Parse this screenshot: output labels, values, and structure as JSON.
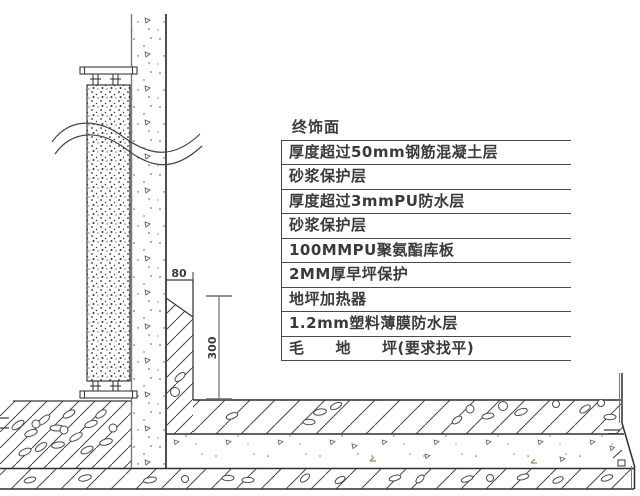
{
  "drawing": {
    "type": "construction-detail-section",
    "legend": {
      "items": [
        {
          "label": "终饰面"
        },
        {
          "label": "厚度超过50mm钢筋混凝土层"
        },
        {
          "label": "砂浆保护层"
        },
        {
          "label": "厚度超过3mmPU防水层"
        },
        {
          "label": "砂浆保护层"
        },
        {
          "label": "100MMPU聚氨酯库板"
        },
        {
          "label": "2MM厚早坪保护"
        },
        {
          "label": "地坪加热器"
        },
        {
          "label": "1.2mm塑料薄膜防水层"
        },
        {
          "label": "毛　　地　　坪(要求找平)"
        }
      ]
    },
    "dimensions": {
      "cove_width": "80",
      "cove_height": "300"
    },
    "colors": {
      "line": "#3a3a3a",
      "light_line": "#6e6e6e",
      "background": "#ffffff"
    }
  }
}
